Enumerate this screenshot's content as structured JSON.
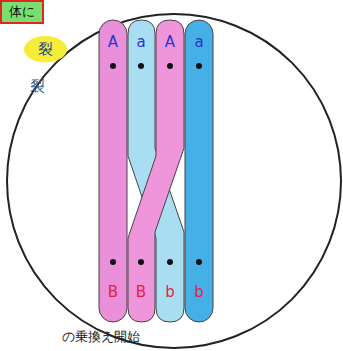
{
  "diagram": {
    "nodes": [
      {
        "text": [
          "体に"
        ]
      },
      {
        "text": [
          "裂"
        ]
      }
    ],
    "labels": [
      "A",
      "a",
      "A",
      "a",
      "B",
      "B",
      "b",
      "b",
      "裂",
      "の乗換え開始"
    ]
  }
}
